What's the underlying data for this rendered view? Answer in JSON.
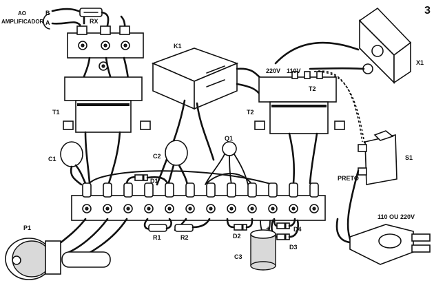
{
  "figure_number": "3",
  "amplifier_label_line1": "AO",
  "amplifier_label_line2": "AMPLIFICADOR",
  "terminal_b": "B",
  "terminal_a": "A",
  "components": {
    "rx": "RX",
    "k1": "K1",
    "x1": "X1",
    "t1": "T1",
    "t2_top": "T2",
    "t2_side": "T2",
    "c1": "C1",
    "c2": "C2",
    "q1": "Q1",
    "d1": "D1",
    "s1": "S1",
    "p1": "P1",
    "r1": "R1",
    "r2": "R2",
    "d2": "D2",
    "d3": "D3",
    "d4": "D4",
    "c3": "C3"
  },
  "voltage_220": "220V",
  "voltage_110": "110V",
  "wire_preto": "PRETO",
  "mains_label": "110 OU 220V",
  "polarity_plus": "+"
}
